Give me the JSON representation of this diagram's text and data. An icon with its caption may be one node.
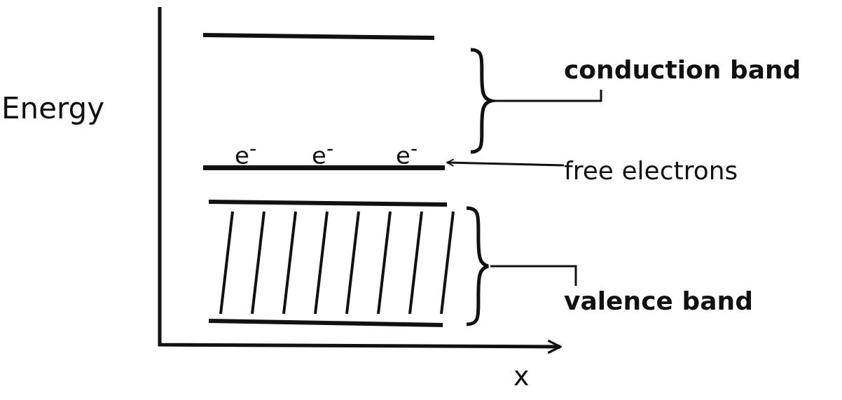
{
  "diagram": {
    "nodes": [
      {
        "text": [
          "conduction band"
        ]
      },
      {
        "text": [],
        "shape": "bracket"
      },
      {
        "text": [
          "free electrons"
        ]
      },
      {
        "text": [],
        "shape": "bar"
      },
      {
        "text": [
          "valence band"
        ]
      },
      {
        "text": [],
        "shape": "bracket"
      }
    ],
    "edges": [
      {
        "from": 0,
        "to": 1,
        "arrow": "none"
      },
      {
        "from": 2,
        "to": 3,
        "arrow": "to"
      },
      {
        "from": 4,
        "to": 5,
        "arrow": "none"
      }
    ],
    "labels": [
      "Energy",
      "e$^{-}$",
      "e$^{-}$",
      "e$^{-}$",
      "x"
    ]
  }
}
